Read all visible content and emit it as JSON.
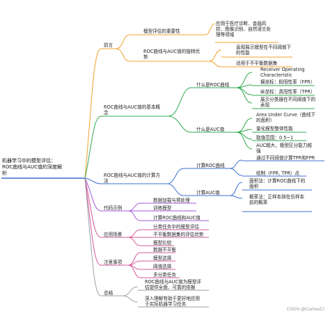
{
  "root": {
    "line1": "机器学习中的模型评估：",
    "line2": "ROC曲线与AUC值的深度解",
    "line3": "析"
  },
  "colors": {
    "orange": "#f0a030",
    "green": "#2fa84f",
    "blue": "#3b6fd1",
    "purple": "#a35ad8",
    "pink": "#d6589a",
    "gray": "#9aa0a6"
  },
  "sections": {
    "intro": {
      "label": "前言",
      "importance": {
        "label": "模型评估的重要性",
        "detail": {
          "line1": "应用于医疗诊断、金融风",
          "line2": "控、图像识别、自然语言处",
          "line3": "理等领域"
        }
      },
      "advantages": {
        "label": {
          "line1": "ROC曲线与AUC值的独特优",
          "line2": "势"
        },
        "item1": {
          "line1": "直观展示模型在不同阈值下",
          "line2": "的性能"
        },
        "item2": "适用于不平衡数据集"
      }
    },
    "concepts": {
      "label": {
        "line1": "ROC曲线与AUC值的基本概",
        "line2": "念"
      },
      "roc": {
        "label": "什么是ROC曲线",
        "item1": {
          "line1": "Receiver Operating",
          "line2": "Characteristic"
        },
        "item2": "横坐标：假阳性率（FPR）",
        "item3": "纵坐标：真阳性率（TPR）",
        "item4": {
          "line1": "展示分类器在不同阈值下的",
          "line2": "表现"
        }
      },
      "auc": {
        "label": "什么是AUC值",
        "item1": {
          "line1": "Area Under Curve（曲线下",
          "line2": "的面积）"
        },
        "item2": "量化模型整体性能",
        "item3": "取值范围：0.5~1",
        "item4": {
          "line1": "AUC越大，模型区分能力越",
          "line2": "强"
        }
      }
    },
    "calc": {
      "label": {
        "line1": "ROC曲线与AUC值的计算方",
        "line2": "法"
      },
      "roc": {
        "label": "计算ROC曲线",
        "item1": "通过不同阈值计算TPR和FPR",
        "item2": "绘制（FPR, TPR）点"
      },
      "auc": {
        "label": "计算AUC值",
        "item1": {
          "line1": "面积法：计算ROC曲线下的",
          "line2": "面积"
        },
        "item2": {
          "line1": "概率法：正样本排在负样本",
          "line2": "前的概率"
        }
      }
    },
    "code": {
      "label": "代码示例",
      "items": [
        "数据加载与预处理",
        "训练模型",
        "计算ROC曲线和AUC值"
      ]
    },
    "apps": {
      "label": "应用场景",
      "items": [
        "分类任务中的模型评估",
        "不平衡数据集的评估优势",
        "模型比较"
      ]
    },
    "notes": {
      "label": "注意事项",
      "items": [
        "数据不平衡",
        "模型选择",
        "阈值选择",
        "多分类任务"
      ]
    },
    "summary": {
      "label": "总结",
      "item1": {
        "line1": "ROC曲线与AUC值为模型评",
        "line2": "估提供全面、可靠的依据"
      },
      "item2": {
        "line1": "深入理解有助于更好地应用",
        "line2": "于实际机器学习任务"
      }
    }
  },
  "watermark": "CSDN @CarlowZJ"
}
